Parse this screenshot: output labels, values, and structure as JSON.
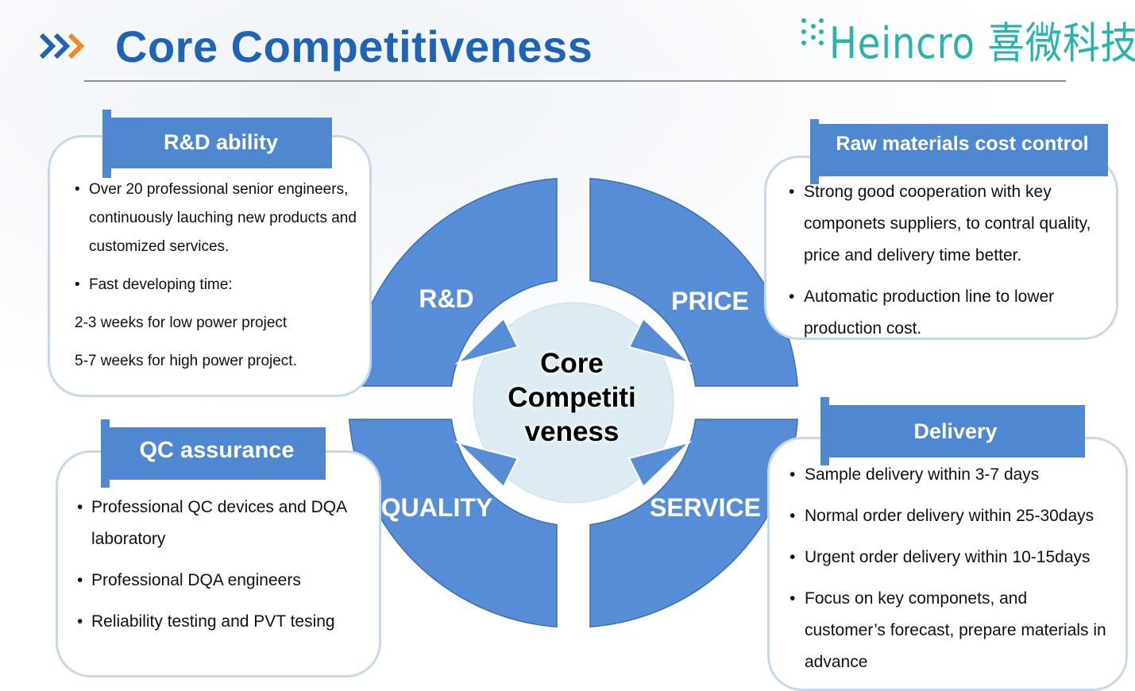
{
  "header": {
    "title": "Core Competitiveness",
    "logo_text": "Heincro 喜微科技",
    "accent_color": "#1f63b4",
    "logo_color": "#28b4ad",
    "chevron_colors": [
      "#1f63b4",
      "#1f63b4",
      "#f08a1c"
    ]
  },
  "center": {
    "lines": [
      "Core",
      "Competiti",
      "veness"
    ]
  },
  "wheel": {
    "segment_color": "#578dd6",
    "center_color": "#dcecf2",
    "labels": {
      "rd": "R&D",
      "price": "PRICE",
      "quality": "QUALITY",
      "service": "SERVICE"
    }
  },
  "rd_card": {
    "heading": "R&D ability",
    "bullets": [
      {
        "marker": "•",
        "lines": [
          "Over 20 professional senior engineers,",
          "continuously lauching new products and",
          "customized services."
        ]
      },
      {
        "marker": "•",
        "lines": [
          "Fast developing time:"
        ]
      },
      {
        "marker": "",
        "lines": [
          "2-3 weeks for low power project"
        ]
      },
      {
        "marker": "",
        "lines": [
          "5-7 weeks for high power project."
        ]
      }
    ]
  },
  "price_card": {
    "heading": "Raw materials cost control",
    "bullets": [
      {
        "marker": "•",
        "lines": [
          "Strong good cooperation with key",
          "componets suppliers, to contral quality,",
          "price and delivery time better."
        ]
      },
      {
        "marker": "•",
        "lines": [
          "Automatic production line to  lower",
          "production cost."
        ]
      }
    ]
  },
  "qc_card": {
    "heading": "QC assurance",
    "bullets": [
      {
        "marker": "•",
        "lines": [
          "Professional QC devices and DQA",
          "laboratory"
        ]
      },
      {
        "marker": "•",
        "lines": [
          "Professional DQA engineers"
        ]
      },
      {
        "marker": "•",
        "lines": [
          "Reliability testing and PVT tesing"
        ]
      }
    ]
  },
  "delivery_card": {
    "heading": "Delivery",
    "bullets": [
      {
        "marker": "•",
        "lines": [
          "Sample delivery within 3-7 days"
        ]
      },
      {
        "marker": "•",
        "lines": [
          "Normal order delivery within 25-30days"
        ]
      },
      {
        "marker": "•",
        "lines": [
          "Urgent order delivery within 10-15days"
        ]
      },
      {
        "marker": "•",
        "lines": [
          "Focus on key componets, and",
          "customer’s forecast, prepare materials in",
          "advance"
        ]
      }
    ]
  }
}
